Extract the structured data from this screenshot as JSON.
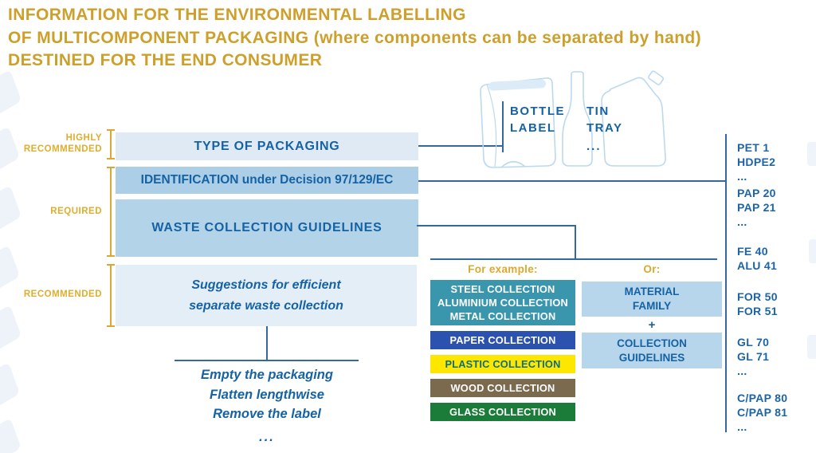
{
  "title": {
    "lines": [
      "INFORMATION FOR THE ENVIRONMENTAL LABELLING",
      "OF MULTICOMPONENT PACKAGING (where components can be separated by hand)",
      "DESTINED FOR THE END CONSUMER"
    ]
  },
  "side_labels": {
    "highly_recommended": "HIGHLY RECOMMENDED",
    "required": "REQUIRED",
    "recommended": "RECOMMENDED"
  },
  "flow_boxes": {
    "type_of_packaging": "TYPE OF PACKAGING",
    "identification": "IDENTIFICATION under Decision 97/129/EC",
    "waste_guidelines": "WASTE COLLECTION GUIDELINES",
    "suggestions": [
      "Suggestions for efficient",
      "separate waste collection"
    ]
  },
  "packaging_examples": {
    "bottle_label": [
      "BOTTLE",
      "LABEL"
    ],
    "tin_tray": [
      "TIN",
      "TRAY"
    ],
    "more": "..."
  },
  "example_collections": {
    "heading": "For example:",
    "items": [
      {
        "id": "steel-aluminium-metal-collection-box",
        "lines": [
          "STEEL COLLECTION",
          "ALUMINIUM COLLECTION",
          "METAL COLLECTION"
        ],
        "bg": "#3996ad",
        "fg": "#ffffff"
      },
      {
        "id": "paper-collection-box",
        "lines": [
          "PAPER COLLECTION"
        ],
        "bg": "#2b52ae",
        "fg": "#ffffff"
      },
      {
        "id": "plastic-collection-box",
        "lines": [
          "PLASTIC COLLECTION"
        ],
        "bg": "#fde600",
        "fg": "#0e6f7c"
      },
      {
        "id": "wood-collection-box",
        "lines": [
          "WOOD COLLECTION"
        ],
        "bg": "#7b6a4e",
        "fg": "#ffffff"
      },
      {
        "id": "glass-collection-box",
        "lines": [
          "GLASS COLLECTION"
        ],
        "bg": "#1a7c38",
        "fg": "#ffffff"
      }
    ]
  },
  "alternative": {
    "heading": "Or:",
    "material_family": [
      "MATERIAL",
      "FAMILY"
    ],
    "plus": "+",
    "collection_guidelines": [
      "COLLECTION",
      "GUIDELINES"
    ]
  },
  "material_codes": {
    "groups": [
      [
        "PET 1",
        "HDPE2",
        "..."
      ],
      [
        "PAP 20",
        "PAP 21",
        "..."
      ],
      [
        "FE 40",
        "ALU 41"
      ],
      [
        "FOR 50",
        "FOR 51"
      ],
      [
        "GL 70",
        "GL 71",
        "..."
      ],
      [
        "C/PAP 80",
        "C/PAP 81",
        "..."
      ]
    ]
  },
  "separation_steps": [
    "Empty the packaging",
    "Flatten lengthwise",
    "Remove the label",
    "..."
  ],
  "colors": {
    "gold_title": "#cda02c",
    "gold_labels": "#dfae2e",
    "dark_blue_text": "#1562a4",
    "line_blue": "#33699e",
    "box_light_blue": "#dfeaf5",
    "box_medium_blue": "#accee6",
    "box_alt_blue": "#b7d6eb",
    "teal": "#3996ad",
    "paper_blue": "#2b52ae",
    "plastic_yellow": "#fde600",
    "wood_brown": "#7b6a4e",
    "glass_green": "#1a7c38",
    "illustration_stroke": "#bcd9ee"
  }
}
